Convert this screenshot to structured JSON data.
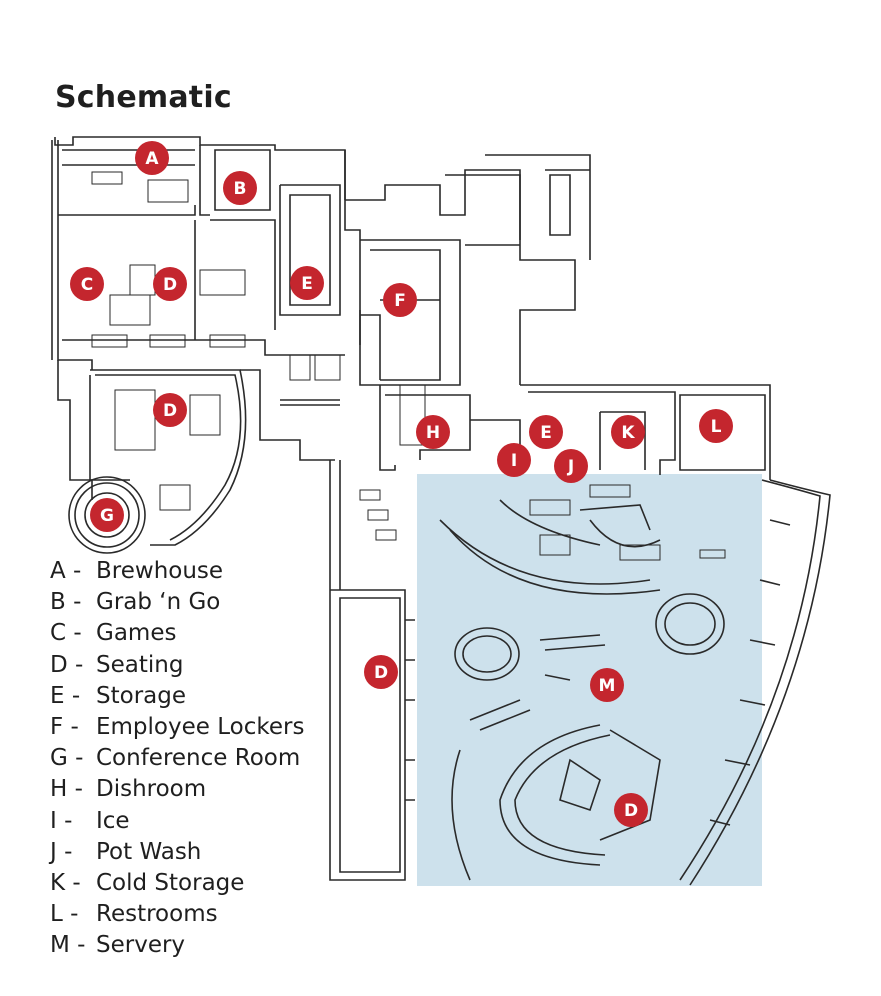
{
  "title": "Schematic",
  "colors": {
    "marker": "#c4262e",
    "servery_fill": "#cde1ec",
    "wall_line": "#2a2a2a",
    "text": "#1f1f1f"
  },
  "markers": [
    {
      "letter": "A"
    },
    {
      "letter": "B"
    },
    {
      "letter": "C"
    },
    {
      "letter": "D"
    },
    {
      "letter": "E"
    },
    {
      "letter": "F"
    },
    {
      "letter": "D"
    },
    {
      "letter": "G"
    },
    {
      "letter": "H"
    },
    {
      "letter": "E"
    },
    {
      "letter": "K"
    },
    {
      "letter": "L"
    },
    {
      "letter": "I"
    },
    {
      "letter": "J"
    },
    {
      "letter": "D"
    },
    {
      "letter": "M"
    },
    {
      "letter": "D"
    }
  ],
  "legend": [
    {
      "key": "A -",
      "name": "Brewhouse"
    },
    {
      "key": "B -",
      "name": "Grab ‘n Go"
    },
    {
      "key": "C -",
      "name": "Games"
    },
    {
      "key": "D -",
      "name": "Seating"
    },
    {
      "key": "E -",
      "name": "Storage"
    },
    {
      "key": "F -",
      "name": "Employee Lockers"
    },
    {
      "key": "G -",
      "name": "Conference Room"
    },
    {
      "key": "H -",
      "name": "Dishroom"
    },
    {
      "key": "I -",
      "name": "Ice"
    },
    {
      "key": "J -",
      "name": "Pot Wash"
    },
    {
      "key": "K -",
      "name": "Cold Storage"
    },
    {
      "key": "L -",
      "name": "Restrooms"
    },
    {
      "key": "M -",
      "name": "Servery"
    }
  ]
}
